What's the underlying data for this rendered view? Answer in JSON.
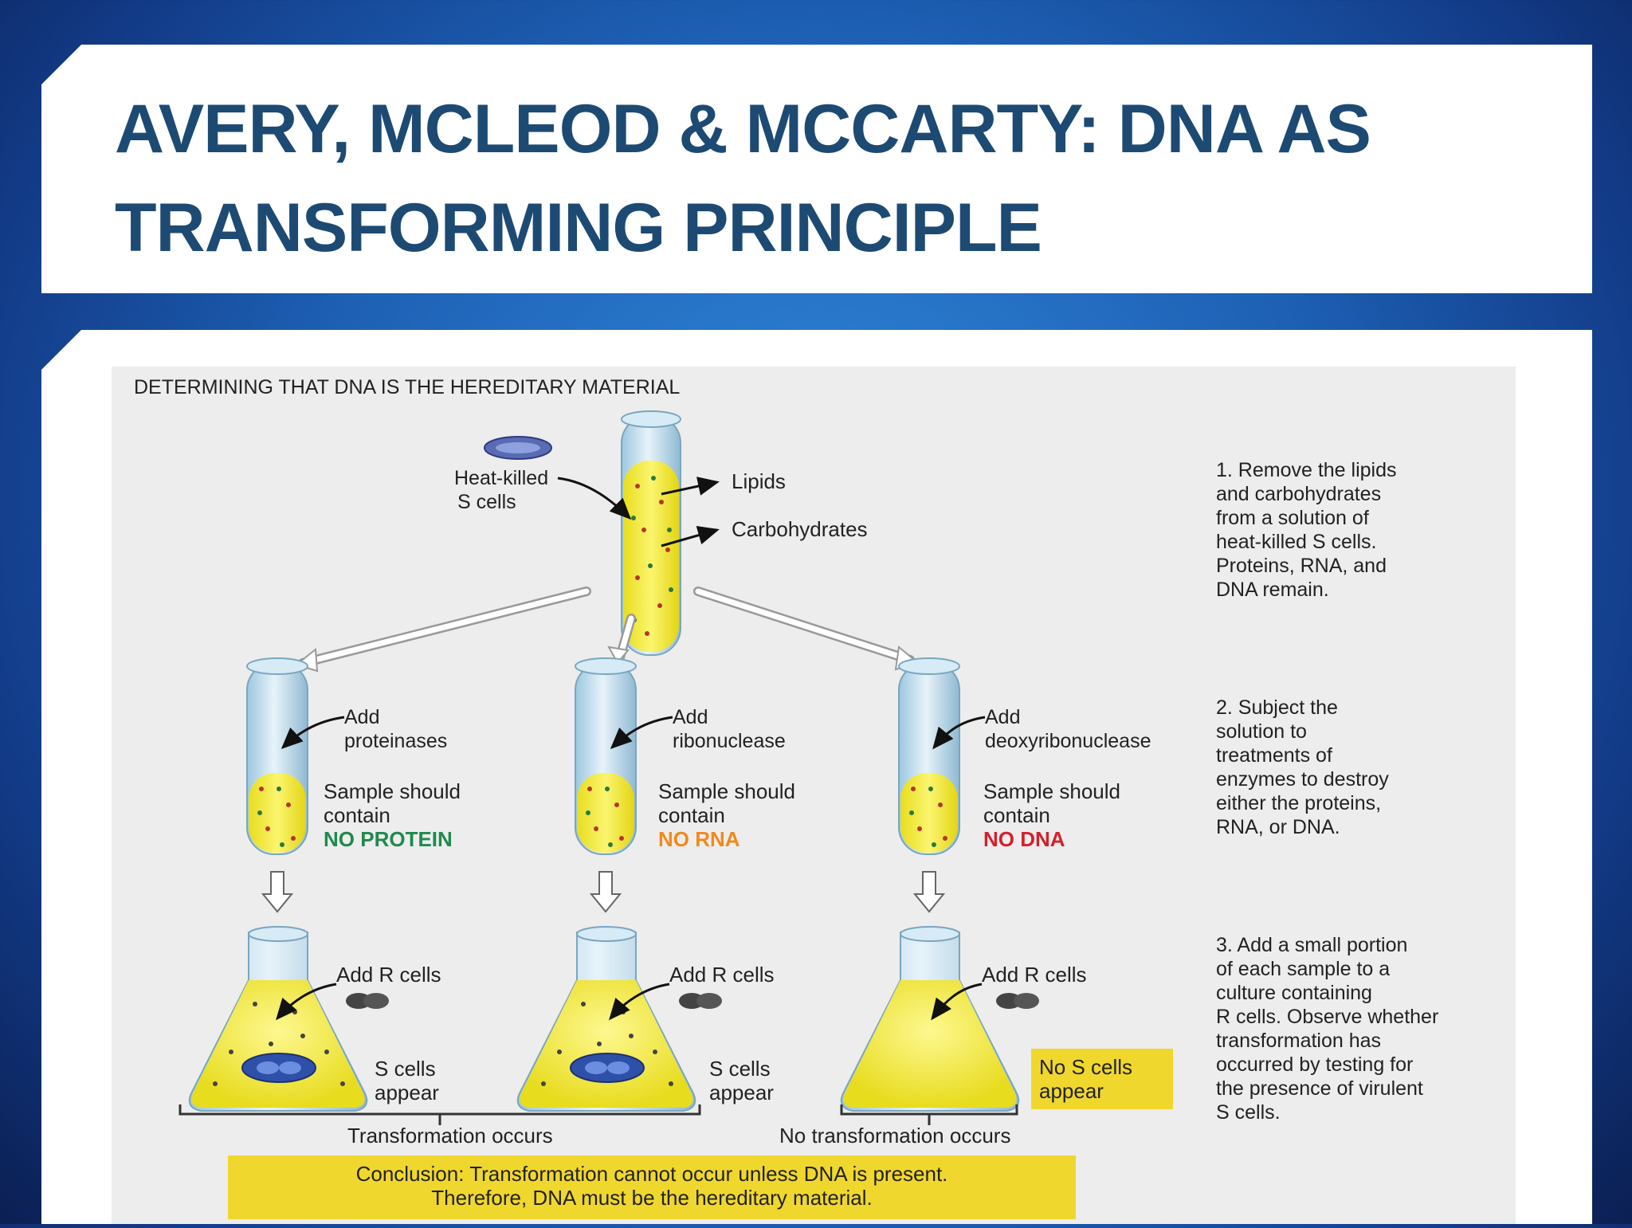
{
  "slide": {
    "title_line1": "AVERY, MCLEOD & MCCARTY: DNA AS",
    "title_line2": "TRANSFORMING PRINCIPLE"
  },
  "figure": {
    "header": "DETERMINING THAT DNA IS THE HEREDITARY MATERIAL",
    "top": {
      "cells_label_1": "Heat-killed",
      "cells_label_2": "S cells",
      "lipids": "Lipids",
      "carbohydrates": "Carbohydrates"
    },
    "branches": [
      {
        "add_1": "Add",
        "add_2": "proteinases",
        "sample_1": "Sample should",
        "sample_2": "contain",
        "result": "NO PROTEIN",
        "result_color": "#1f8a4c",
        "r_cells": "Add R cells",
        "outcome_1": "S cells",
        "outcome_2": "appear"
      },
      {
        "add_1": "Add",
        "add_2": "ribonuclease",
        "sample_1": "Sample should",
        "sample_2": "contain",
        "result": "NO RNA",
        "result_color": "#f08a1c",
        "r_cells": "Add R cells",
        "outcome_1": "S cells",
        "outcome_2": "appear"
      },
      {
        "add_1": "Add",
        "add_2": "deoxyribonuclease",
        "sample_1": "Sample should",
        "sample_2": "contain",
        "result": "NO DNA",
        "result_color": "#d4202c",
        "r_cells": "Add R cells",
        "outcome_1": "No S cells",
        "outcome_2": "appear"
      }
    ],
    "transformation_occurs": "Transformation occurs",
    "no_transformation": "No transformation occurs",
    "conclusion_1": "Conclusion: Transformation cannot occur unless DNA is present.",
    "conclusion_2": "Therefore, DNA must be the hereditary material.",
    "steps": [
      [
        "1. Remove the lipids",
        "and carbohydrates",
        "from a solution of",
        "heat-killed S cells.",
        "Proteins, RNA, and",
        "DNA remain."
      ],
      [
        "2. Subject the",
        "solution to",
        "treatments of",
        "enzymes to destroy",
        "either the proteins,",
        "RNA, or DNA."
      ],
      [
        "3. Add a small portion",
        "of each sample to a",
        "culture containing",
        "R cells. Observe whether",
        "transformation has",
        "occurred by testing for",
        "the presence of virulent",
        "S cells."
      ]
    ]
  },
  "colors": {
    "title": "#1d4a73",
    "liquid": "#f3ec3a",
    "conclusion_bg": "#f0d72e"
  }
}
